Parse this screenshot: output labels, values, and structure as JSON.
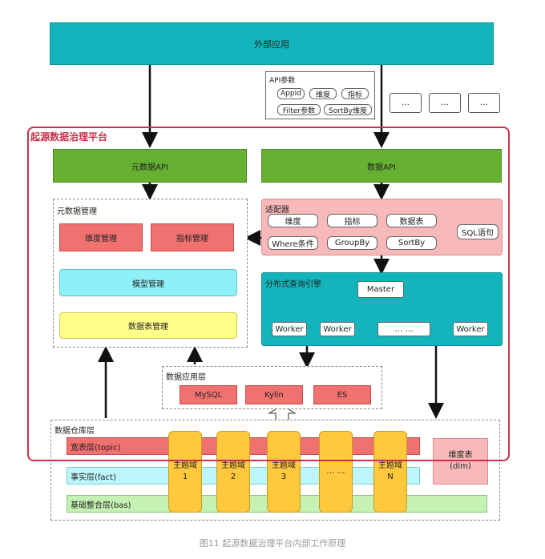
{
  "external_app": "外部应用",
  "api_params": {
    "title": "API参数",
    "row1": [
      "AppId",
      "维度",
      "指标"
    ],
    "row2": [
      "Filter参数",
      "SortBy维度"
    ]
  },
  "ellipsis_boxes": [
    "…",
    "…",
    "…"
  ],
  "platform_title": "起源数据治理平台",
  "meta_api": "元数据API",
  "data_api": "数据API",
  "meta_mgmt": {
    "title": "元数据管理",
    "dimension": "维度管理",
    "metric": "指标管理",
    "model": "模型管理",
    "table": "数据表管理"
  },
  "adapter": {
    "title": "适配器",
    "row1": [
      "维度",
      "指标",
      "数据表"
    ],
    "row2": [
      "Where条件",
      "GroupBy",
      "SortBy"
    ],
    "sql": "SQL语句"
  },
  "query_engine": {
    "title": "分布式查询引擎",
    "master": "Master",
    "workers": [
      "Worker",
      "Worker",
      "… …",
      "Worker"
    ]
  },
  "app_layer": {
    "title": "数据应用层",
    "stores": [
      "MySQL",
      "Kylin",
      "ES"
    ]
  },
  "warehouse": {
    "title": "数据仓库层",
    "layers": [
      "宽表层(topic)",
      "事实层(fact)",
      "基础整合层(bas)"
    ],
    "domains": [
      {
        "label": "主题域",
        "index": "1"
      },
      {
        "label": "主题域",
        "index": "2"
      },
      {
        "label": "主题域",
        "index": "3"
      },
      {
        "label": "… …",
        "index": ""
      },
      {
        "label": "主题域",
        "index": "N"
      }
    ],
    "dim_table": {
      "line1": "维度表",
      "line2": "(dim)"
    }
  },
  "caption": "图11 起源数据治理平台内部工作原理"
}
